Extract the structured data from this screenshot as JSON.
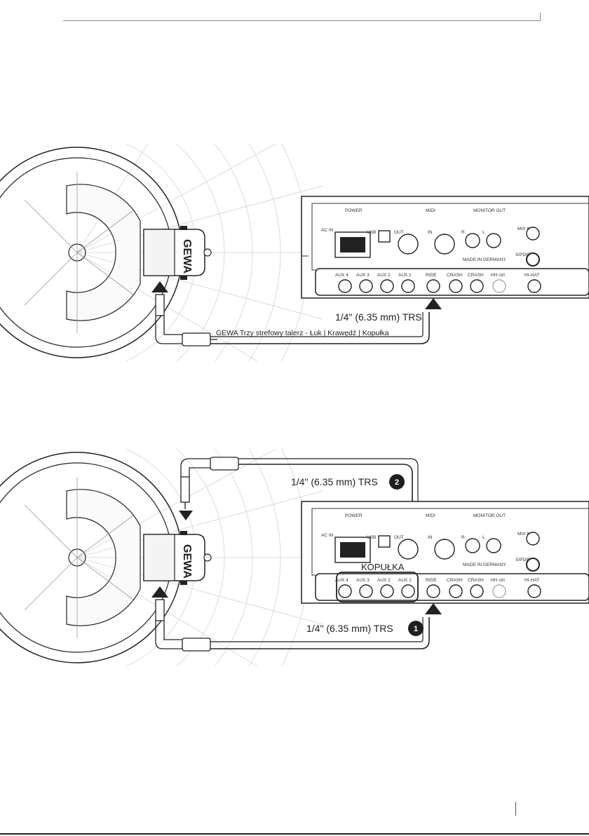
{
  "diagram1": {
    "brand": "GEWA",
    "panel": {
      "section_power": "POWER",
      "section_midi": "MIDI",
      "section_monitor": "MONITOR OUT",
      "ac_in": "AC IN",
      "usb": "USB",
      "midi_out": "OUT",
      "midi_in": "IN",
      "mon_r": "R",
      "mon_l": "L",
      "mix_in": "MIX IN",
      "spdif": "S/PDIF",
      "made_in": "MADE IN GERMANY",
      "inputs": [
        "AUX 4",
        "AUX 3",
        "AUX 2",
        "AUX 1",
        "RIDE",
        "CRASH",
        "CRASH",
        "HH ctrl",
        "HI-HAT"
      ]
    },
    "cable_label": "1/4\" (6.35 mm) TRS",
    "description": "GEWA Trzy strefowy talerz - Łuk | Krawędź | Kopułka"
  },
  "diagram2": {
    "brand": "GEWA",
    "cable2_label": "1/4\" (6.35 mm) TRS",
    "badge2": "2",
    "kopulka_label": "KOPUŁKA",
    "cable1_label": "1/4\" (6.35 mm) TRS",
    "badge1": "1"
  },
  "colors": {
    "line": "#222222",
    "grid": "#d8d8d8",
    "badge": "#1f1f1f"
  }
}
